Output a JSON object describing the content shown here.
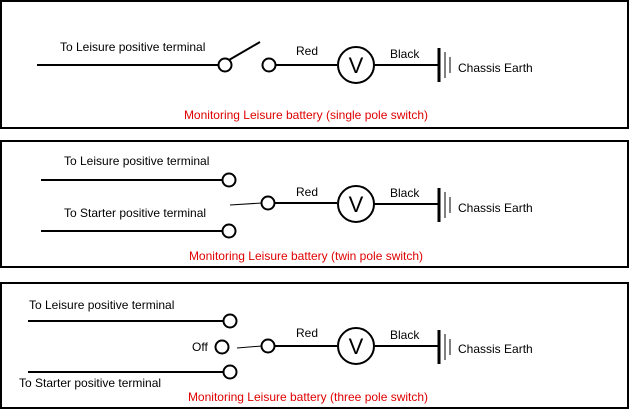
{
  "colors": {
    "caption": "#e00000",
    "line": "#000000",
    "background": "#ffffff"
  },
  "meter_symbol": "V",
  "panels": [
    {
      "caption": "Monitoring Leisure battery (single pole switch)",
      "input_labels": [
        "To Leisure positive terminal"
      ],
      "wire_in_label": "Red",
      "wire_out_label": "Black",
      "earth_label": "Chassis Earth"
    },
    {
      "caption": "Monitoring Leisure battery (twin pole switch)",
      "input_labels": [
        "To Leisure positive terminal",
        "To Starter positive terminal"
      ],
      "wire_in_label": "Red",
      "wire_out_label": "Black",
      "earth_label": "Chassis Earth"
    },
    {
      "caption": "Monitoring Leisure battery (three pole switch)",
      "input_labels": [
        "To Leisure positive terminal",
        "To Starter positive terminal"
      ],
      "off_label": "Off",
      "wire_in_label": "Red",
      "wire_out_label": "Black",
      "earth_label": "Chassis Earth"
    }
  ]
}
